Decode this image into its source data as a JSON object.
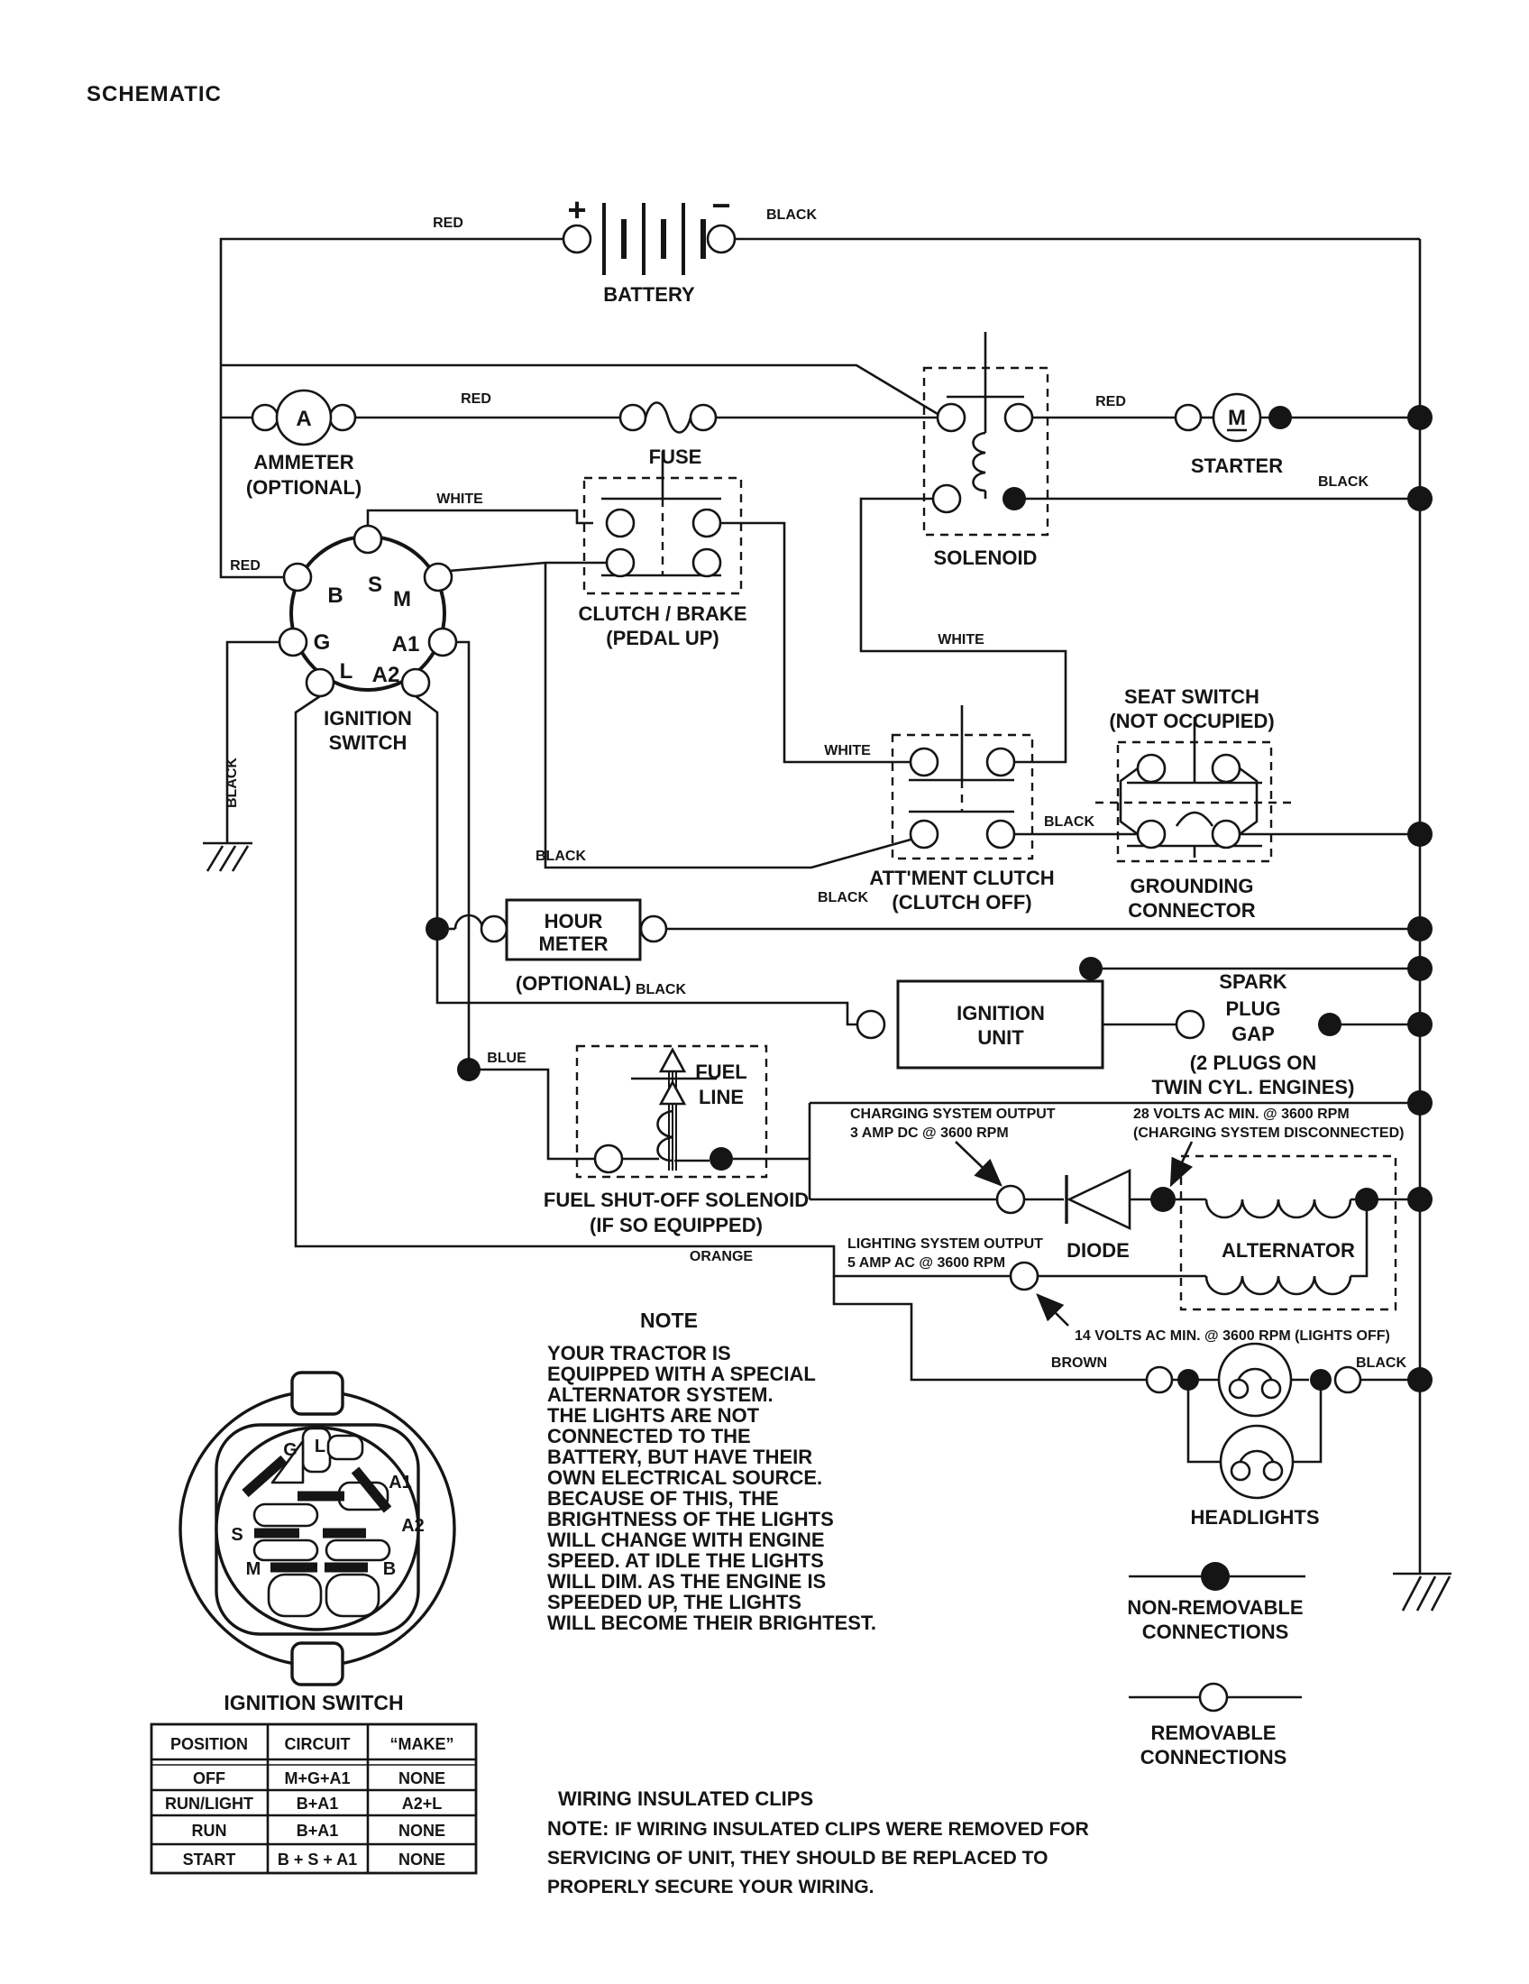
{
  "title": "SCHEMATIC",
  "colors": {
    "ink": "#151515",
    "bg": "#ffffff"
  },
  "components": {
    "battery": "BATTERY",
    "plus": "+",
    "minus": "−",
    "ammeter_l1": "AMMETER",
    "ammeter_l2": "(OPTIONAL)",
    "ammeter_a": "A",
    "fuse": "FUSE",
    "solenoid": "SOLENOID",
    "starter": "STARTER",
    "motor": "M",
    "clutch_l1": "CLUTCH / BRAKE",
    "clutch_l2": "(PEDAL UP)",
    "ignsw_l1": "IGNITION",
    "ignsw_l2": "SWITCH",
    "seat_l1": "SEAT SWITCH",
    "seat_l2": "(NOT OCCUPIED)",
    "att_l1": "ATT'MENT CLUTCH",
    "att_l2": "(CLUTCH OFF)",
    "gc_l1": "GROUNDING",
    "gc_l2": "CONNECTOR",
    "hm_l1": "HOUR",
    "hm_l2": "METER",
    "hm_l3": "(OPTIONAL)",
    "iu_l1": "IGNITION",
    "iu_l2": "UNIT",
    "sp_l1": "SPARK",
    "sp_l2": "PLUG",
    "sp_l3": "GAP",
    "sp_l4": "(2 PLUGS ON",
    "sp_l5": "TWIN CYL. ENGINES)",
    "fuel_l1": "FUEL",
    "fuel_l2": "LINE",
    "fso_l1": "FUEL SHUT-OFF SOLENOID",
    "fso_l2": "(IF SO EQUIPPED)",
    "diode": "DIODE",
    "alternator": "ALTERNATOR",
    "headlights": "HEADLIGHTS"
  },
  "switch_terms": {
    "s": "S",
    "b": "B",
    "m": "M",
    "g": "G",
    "a1": "A1",
    "l": "L",
    "a2": "A2"
  },
  "wire_labels": [
    "RED",
    "BLACK",
    "RED",
    "RED",
    "BLACK",
    "WHITE",
    "RED",
    "BLACK",
    "WHITE",
    "WHITE",
    "BLACK",
    "BLACK",
    "BLACK",
    "BLACK",
    "BLUE",
    "ORANGE",
    "BROWN",
    "BLACK"
  ],
  "annotations": {
    "chg1": "CHARGING SYSTEM OUTPUT",
    "chg2": "3 AMP DC @ 3600 RPM",
    "v28_1": "28 VOLTS AC MIN. @ 3600 RPM",
    "v28_2": "(CHARGING SYSTEM DISCONNECTED)",
    "lgt1": "LIGHTING SYSTEM OUTPUT",
    "lgt2": "5 AMP AC @ 3600 RPM",
    "v14": "14 VOLTS AC MIN. @ 3600 RPM (LIGHTS OFF)"
  },
  "note": {
    "title": "NOTE",
    "lines": [
      "YOUR TRACTOR IS",
      "EQUIPPED WITH A SPECIAL",
      "ALTERNATOR SYSTEM.",
      "THE LIGHTS ARE NOT",
      "CONNECTED TO THE",
      "BATTERY, BUT HAVE THEIR",
      "OWN ELECTRICAL SOURCE.",
      "BECAUSE OF THIS, THE",
      "BRIGHTNESS OF THE LIGHTS",
      "WILL CHANGE WITH ENGINE",
      "SPEED.  AT IDLE THE LIGHTS",
      "WILL DIM.  AS THE ENGINE IS",
      "SPEEDED UP, THE LIGHTS",
      "WILL BECOME THEIR BRIGHTEST."
    ]
  },
  "legend": {
    "l1": "NON-REMOVABLE",
    "l2": "CONNECTIONS",
    "l3": "REMOVABLE",
    "l4": "CONNECTIONS"
  },
  "detail": {
    "g": "G",
    "l": "L",
    "a1": "A1",
    "a2": "A2",
    "s": "S",
    "m": "M",
    "b": "B"
  },
  "table": {
    "title": "IGNITION SWITCH",
    "headers": [
      "POSITION",
      "CIRCUIT",
      "“MAKE”"
    ],
    "rows": [
      [
        "OFF",
        "M+G+A1",
        "NONE"
      ],
      [
        "RUN/LIGHT",
        "B+A1",
        "A2+L"
      ],
      [
        "RUN",
        "B+A1",
        "NONE"
      ],
      [
        "START",
        "B + S + A1",
        "NONE"
      ]
    ]
  },
  "clips": {
    "title": "WIRING INSULATED CLIPS",
    "bold": "NOTE:",
    "l1": "IF WIRING INSULATED CLIPS WERE REMOVED FOR",
    "l2": "SERVICING OF UNIT, THEY SHOULD BE REPLACED TO",
    "l3": "PROPERLY SECURE YOUR WIRING."
  }
}
